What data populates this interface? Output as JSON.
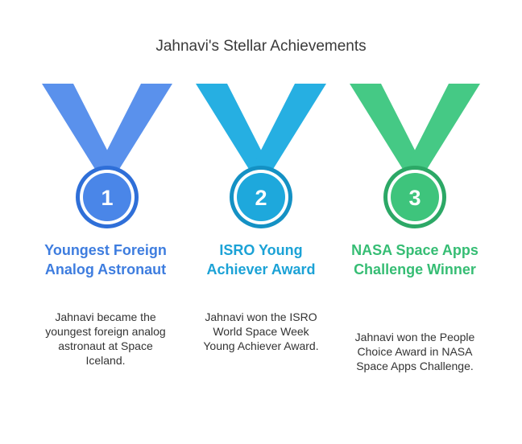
{
  "title": "Jahnavi's Stellar Achievements",
  "achievements": [
    {
      "number": "1",
      "heading": "Youngest Foreign Analog Astronaut",
      "description": "Jahnavi became the youngest foreign analog astronaut at Space Iceland.",
      "color": "#4a86e8",
      "ribbon_color": "#5a91ec",
      "ring_color": "#2f6fd8",
      "text_color": "#3e7ddf"
    },
    {
      "number": "2",
      "heading": "ISRO Young Achiever Award",
      "description": "Jahnavi won the ISRO World Space Week Young Achiever Award.",
      "color": "#1ea8dc",
      "ribbon_color": "#26afe2",
      "ring_color": "#1491c4",
      "text_color": "#1ba2d6"
    },
    {
      "number": "3",
      "heading": "NASA Space Apps Challenge Winner",
      "description": "Jahnavi won the People Choice Award in NASA Space Apps Challenge.",
      "color": "#3ec47c",
      "ribbon_color": "#45c985",
      "ring_color": "#2ca866",
      "text_color": "#36bd74"
    }
  ]
}
